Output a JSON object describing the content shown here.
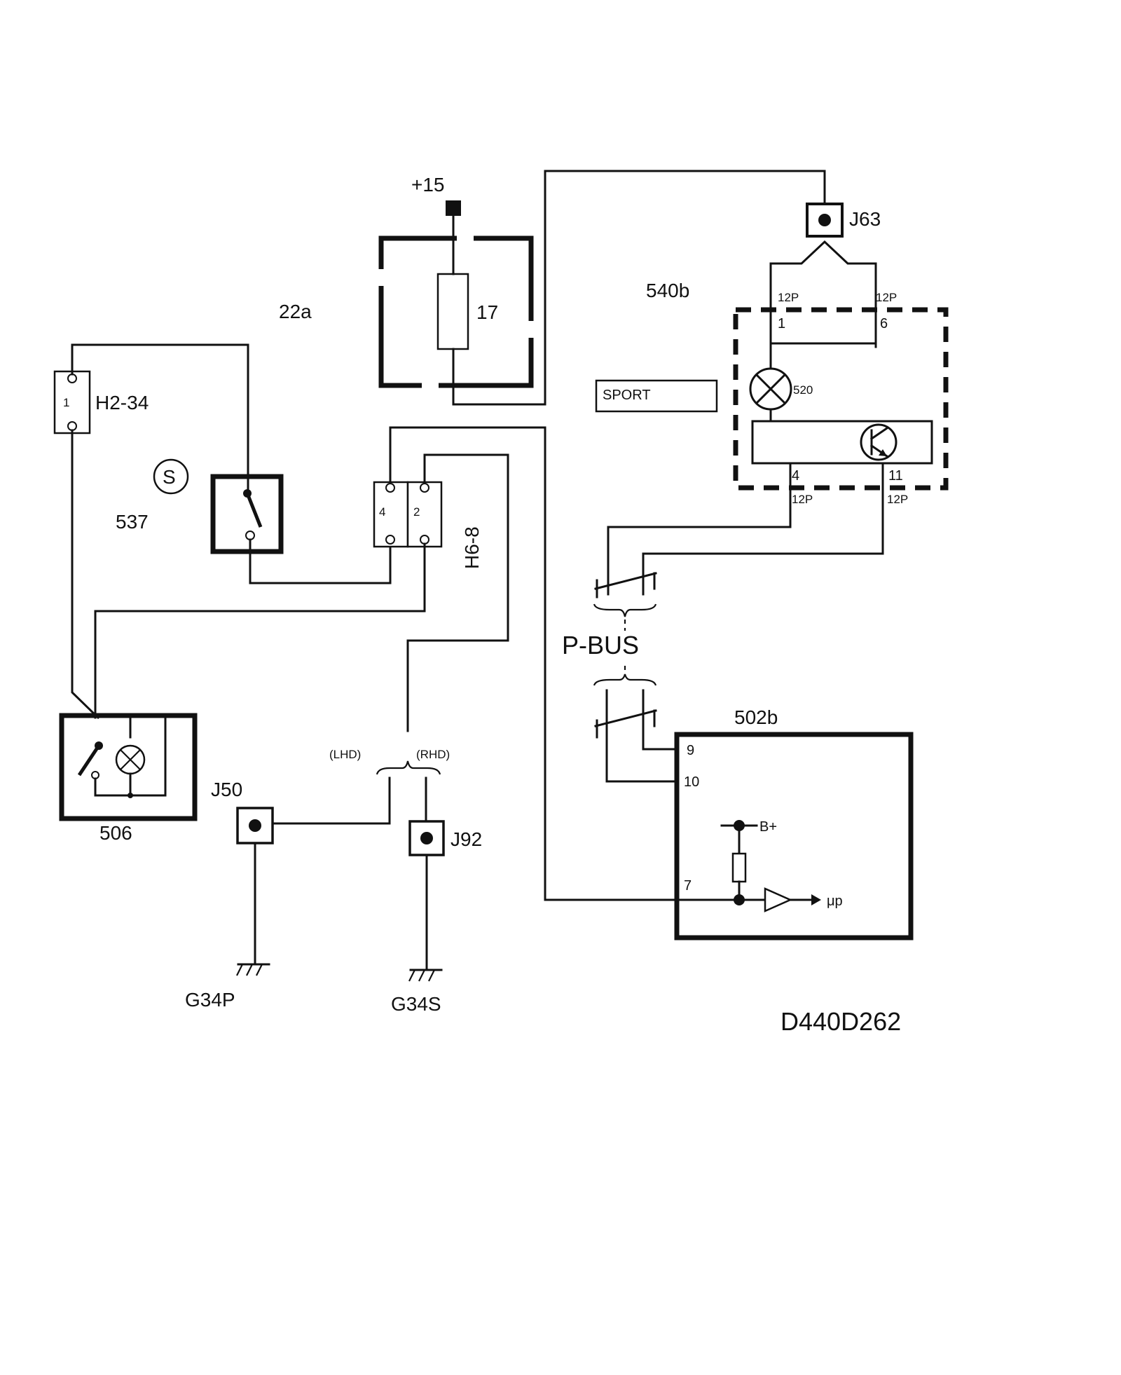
{
  "labels": {
    "supply": "+15",
    "fuse_box": "22a",
    "fuse_number": "17",
    "connector_j63": "J63",
    "module_540b": "540b",
    "pin_12p_a": "12P",
    "pin_12p_b": "12P",
    "pin_1": "1",
    "pin_6": "6",
    "lamp_520": "520",
    "sport_text": "SPORT",
    "pin_4": "4",
    "pin_11": "11",
    "pin_12p_c": "12P",
    "pin_12p_d": "12P",
    "connector_h2_34": "H2-34",
    "h2_pin_1": "1",
    "s_symbol": "S",
    "switch_537": "537",
    "h6_pin_4": "4",
    "h6_pin_2": "2",
    "connector_h6_8": "H6-8",
    "bus_label": "P-BUS",
    "module_502b": "502b",
    "pin_9": "9",
    "pin_10": "10",
    "pin_7": "7",
    "b_plus": "B+",
    "mu_p": "μp",
    "switch_506": "506",
    "connector_j50": "J50",
    "lhd": "(LHD)",
    "rhd": "(RHD)",
    "connector_j92": "J92",
    "ground_g34p": "G34P",
    "ground_g34s": "G34S",
    "diagram_id": "D440D262"
  }
}
